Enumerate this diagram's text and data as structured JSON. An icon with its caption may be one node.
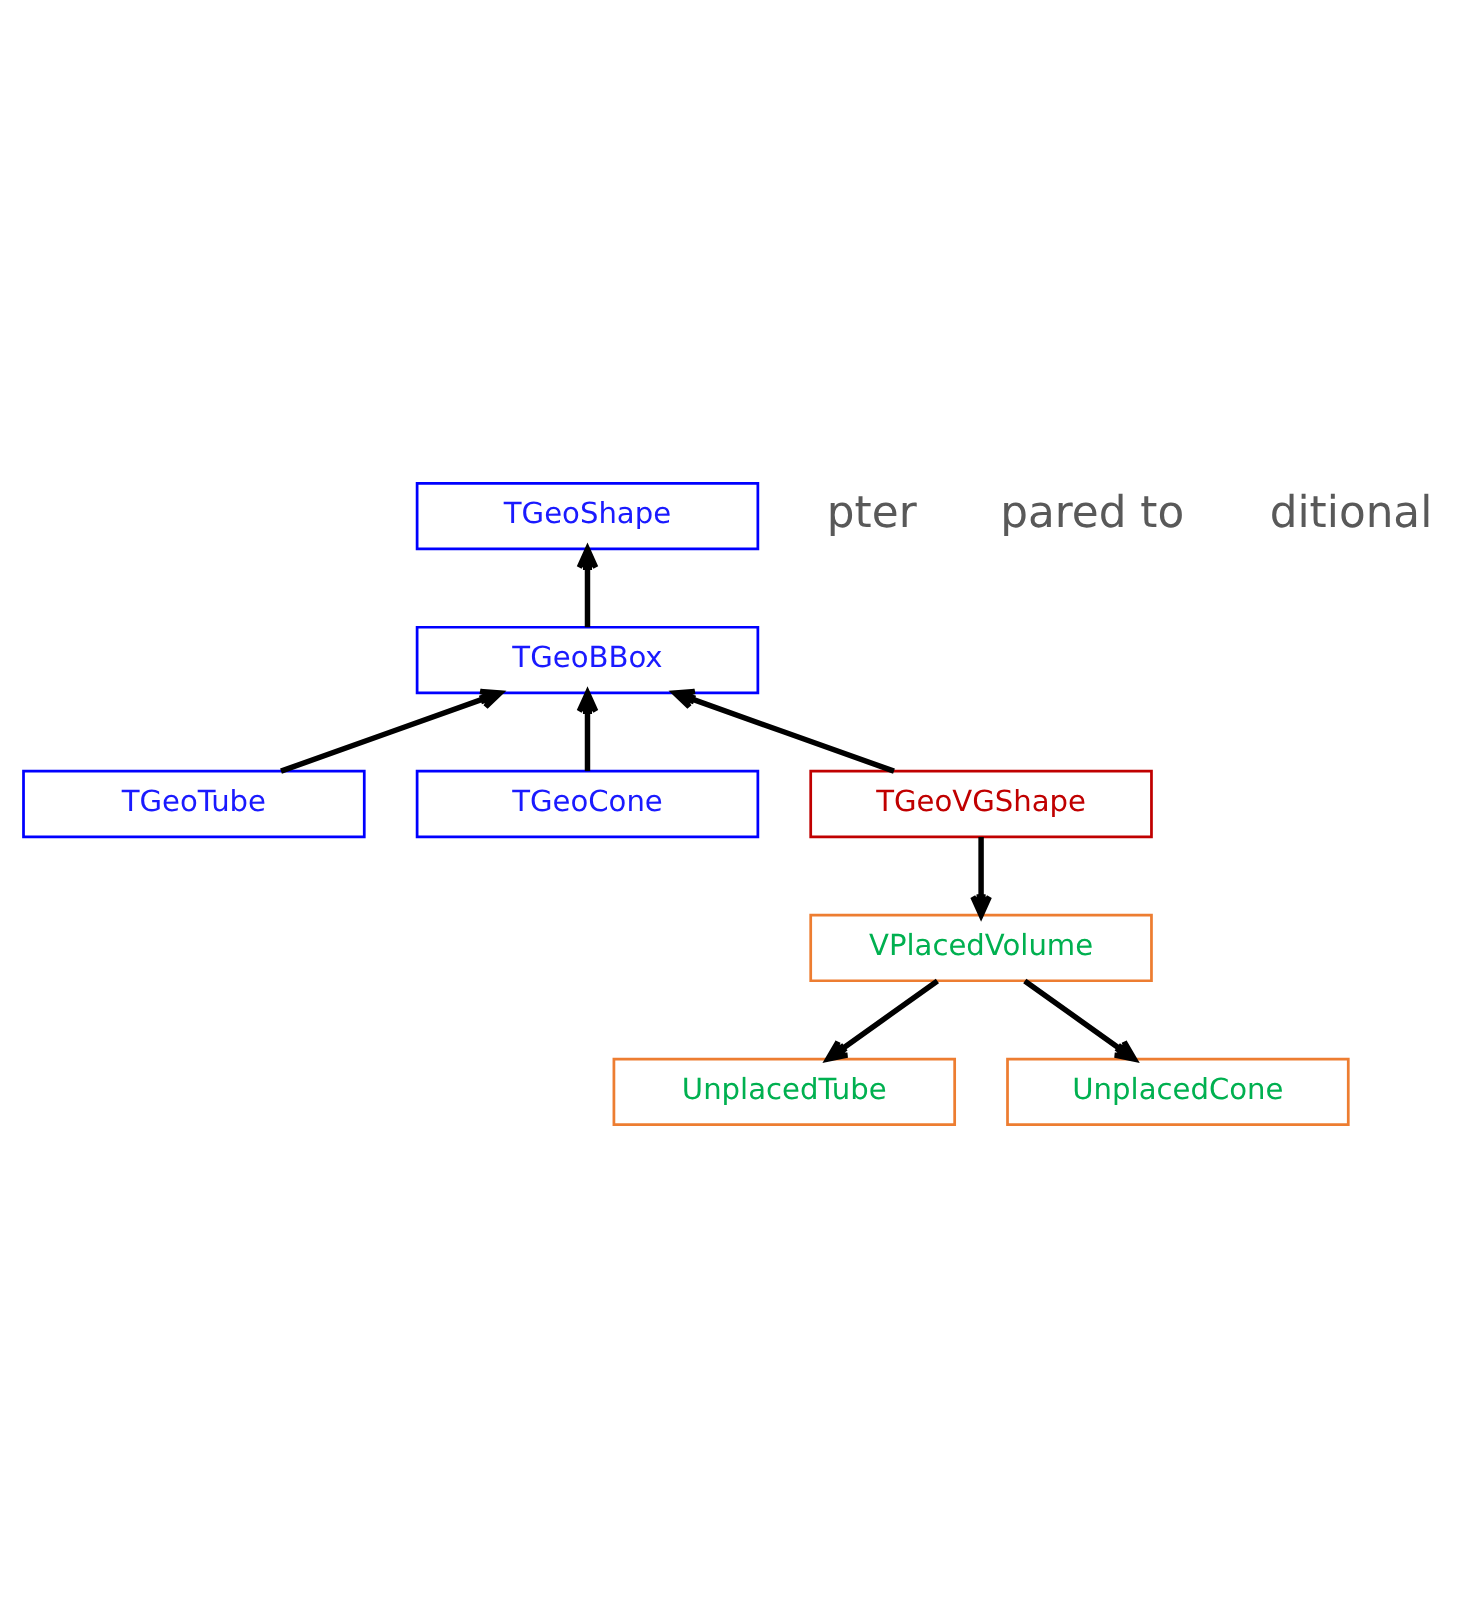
{
  "diagram": {
    "nodes": [
      {
        "text": [
          "TGeoShape"
        ]
      },
      {
        "text": [
          "TGeoBBox"
        ]
      },
      {
        "text": [
          "TGeoTube"
        ]
      },
      {
        "text": [
          "TGeoCone"
        ]
      },
      {
        "text": [
          "TGeoVGShape"
        ]
      },
      {
        "text": [
          "VPlacedVolume"
        ]
      },
      {
        "text": [
          "UnplacedTube"
        ]
      },
      {
        "text": [
          "UnplacedCone"
        ]
      }
    ],
    "edges": [
      {
        "from": 1,
        "to": 0,
        "arrow": "to"
      },
      {
        "from": 2,
        "to": 1,
        "arrow": "to"
      },
      {
        "from": 3,
        "to": 1,
        "arrow": "to"
      },
      {
        "from": 4,
        "to": 1,
        "arrow": "to"
      },
      {
        "from": 4,
        "to": 5,
        "arrow": "to"
      },
      {
        "from": 5,
        "to": 6,
        "arrow": "to"
      },
      {
        "from": 5,
        "to": 7,
        "arrow": "to"
      }
    ],
    "labels": [
      "pter",
      "pared to",
      "ditional"
    ]
  }
}
